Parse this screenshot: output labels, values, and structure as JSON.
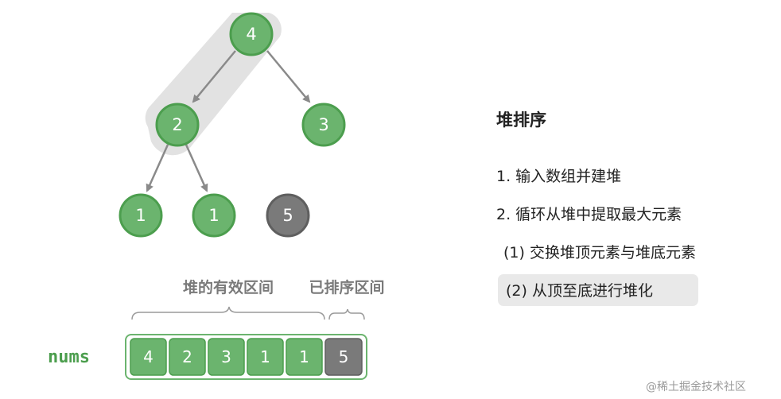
{
  "colors": {
    "active_fill": "#6bb46e",
    "active_stroke": "#4c9e4e",
    "sorted_fill": "#7a7a7a",
    "sorted_stroke": "#5f5f5f",
    "halo": "#dcdcdc",
    "edge": "#8a8a8a",
    "highlight_row": "#e9e9e9"
  },
  "tree": {
    "root": "4",
    "left": "2",
    "right": "3",
    "left_left": "1",
    "left_right": "1",
    "right_left_sorted": "5"
  },
  "ranges": {
    "heap_label": "堆的有效区间",
    "sorted_label": "已排序区间"
  },
  "array": {
    "name": "nums",
    "cells": [
      "4",
      "2",
      "3",
      "1",
      "1",
      "5"
    ],
    "sorted_from_index": 5
  },
  "steps": {
    "title": "堆排序",
    "step1": "1. 输入数组并建堆",
    "step2": "2. 循环从堆中提取最大元素",
    "sub1": "(1) 交换堆顶元素与堆底元素",
    "sub2": "(2) 从顶至底进行堆化",
    "active": "sub2"
  },
  "watermark": "@稀土掘金技术社区"
}
